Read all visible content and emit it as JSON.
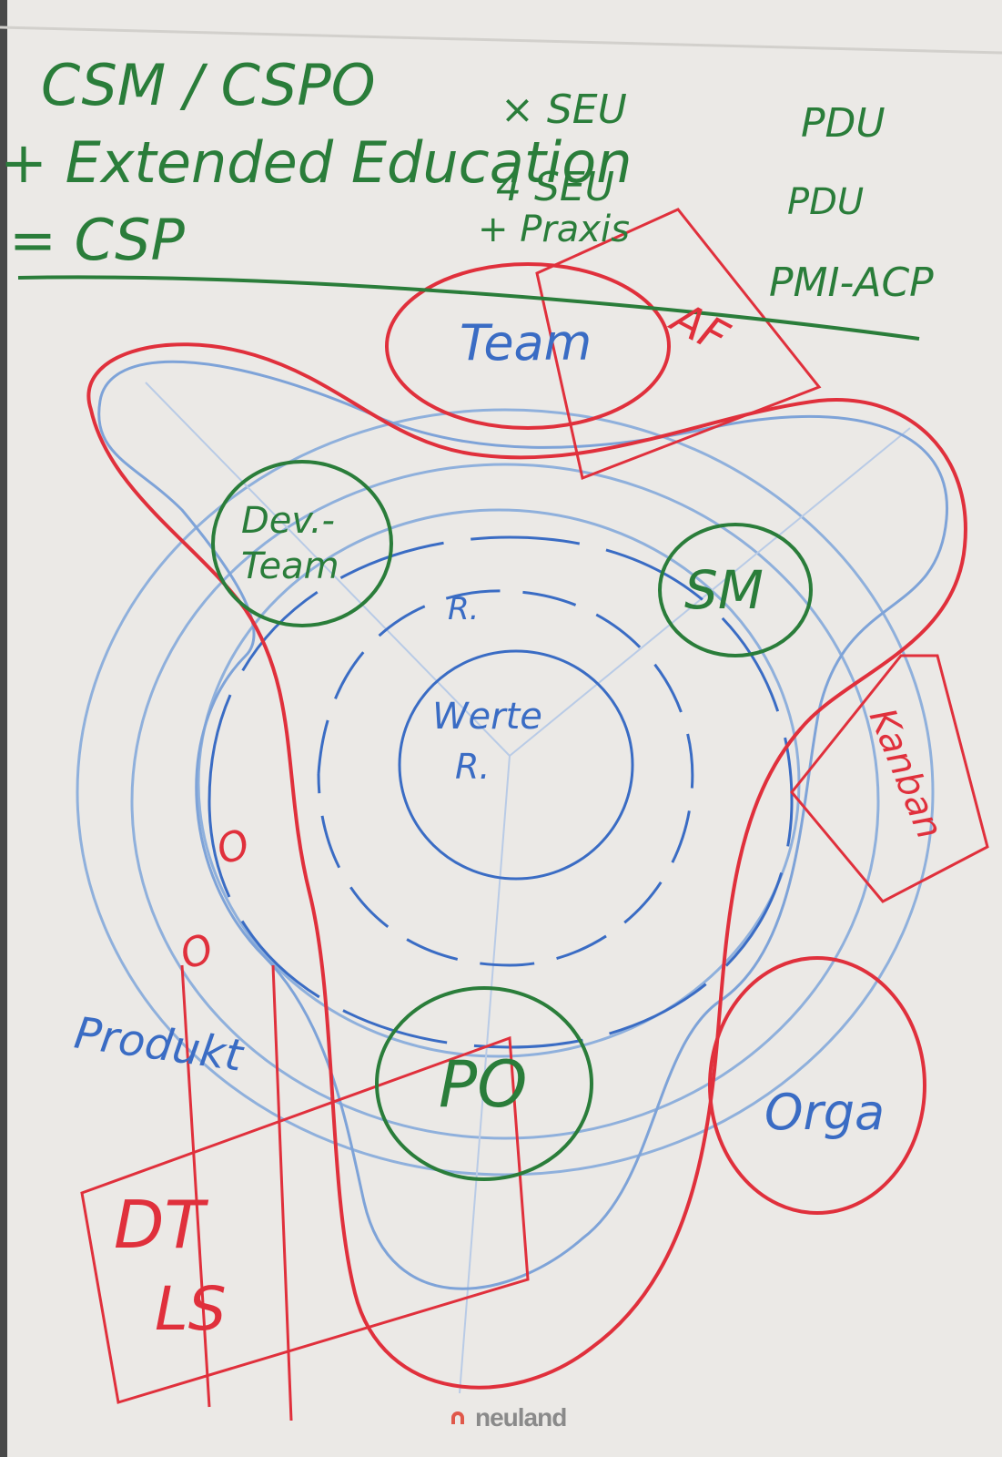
{
  "header": {
    "line1": "CSM / CSPO",
    "line2": "+ Extended Education",
    "line3": "= CSP",
    "sem1": "× SEU",
    "sem2": "4 SEU",
    "praxis": "+ Praxis",
    "pdu1": "PDU",
    "pdu2": "PDU",
    "pmi": "PMI-ACP"
  },
  "bubbles": {
    "team": "Team",
    "dev_team_1": "Dev.-",
    "dev_team_2": "Team",
    "sm": "SM",
    "po": "PO",
    "orga": "Orga",
    "werte_1": "Werte",
    "werte_2": "R.",
    "ri": "R.",
    "produkt": "Produkt"
  },
  "boxes": {
    "af": "AF",
    "kanban": "Kanban",
    "dt": "DT",
    "ls": "LS",
    "o1": "O",
    "o2": "O"
  },
  "logo": {
    "text": "neuland"
  },
  "colors": {
    "green": "#2a7d3a",
    "red": "#e0303c",
    "blue": "#3a6cc4",
    "lightblue": "#8fb0dc"
  }
}
